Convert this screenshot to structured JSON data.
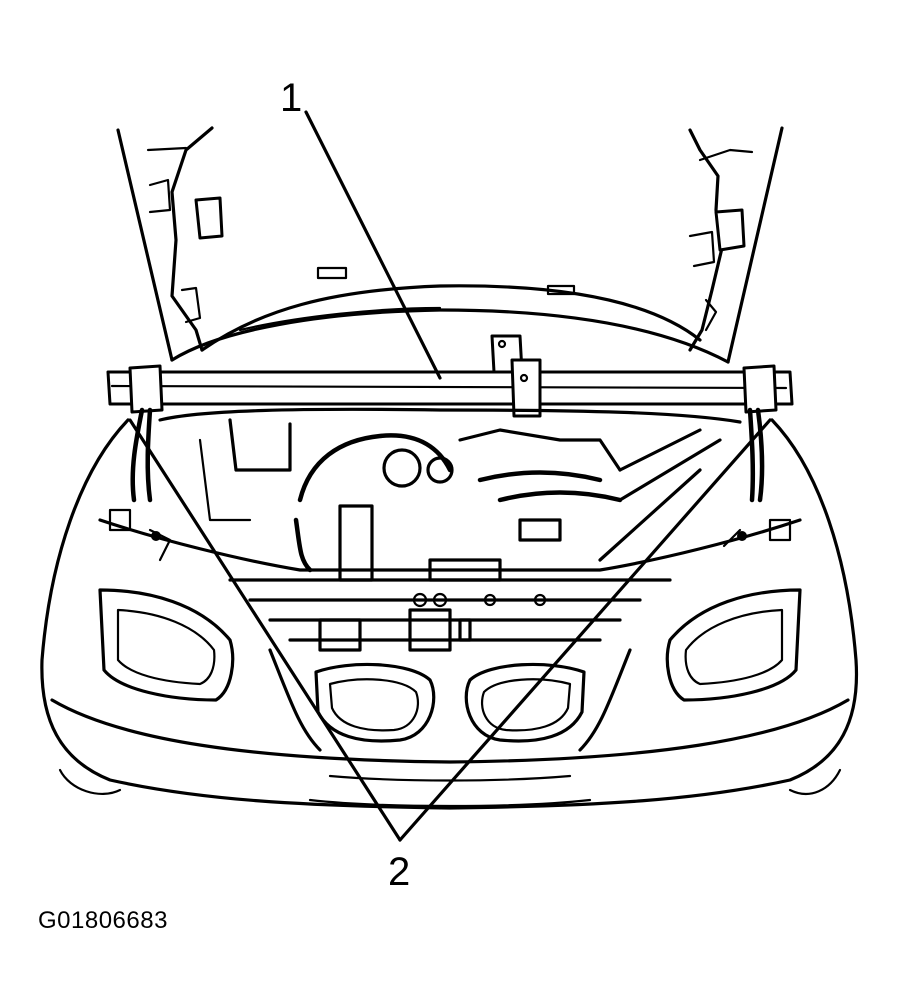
{
  "callouts": [
    {
      "id": "1"
    },
    {
      "id": "2"
    }
  ],
  "figure_id": "G01806683"
}
